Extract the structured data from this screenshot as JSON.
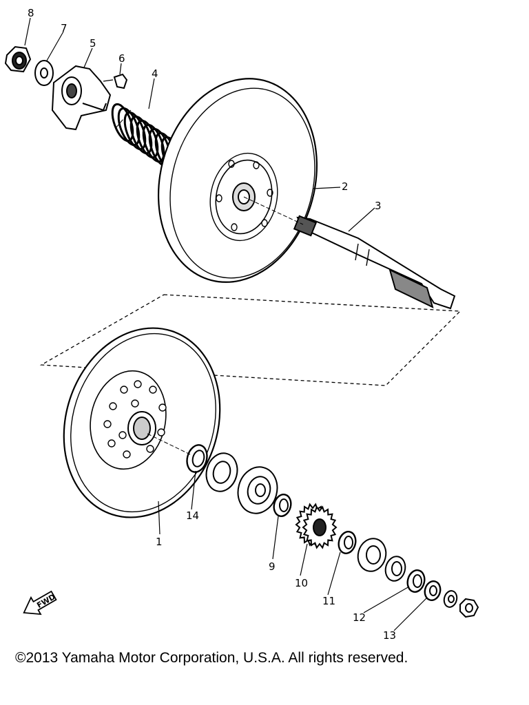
{
  "diagram": {
    "callouts": {
      "p1": "1",
      "p2": "2",
      "p3": "3",
      "p4": "4",
      "p5": "5",
      "p6": "6",
      "p7": "7",
      "p8": "8",
      "p9": "9",
      "p10": "10",
      "p11": "11",
      "p12": "12",
      "p13": "13",
      "p14": "14"
    },
    "fwd_label": "FWD"
  },
  "footer": {
    "copyright": "©2013 Yamaha Motor Corporation, U.S.A. All rights reserved."
  }
}
